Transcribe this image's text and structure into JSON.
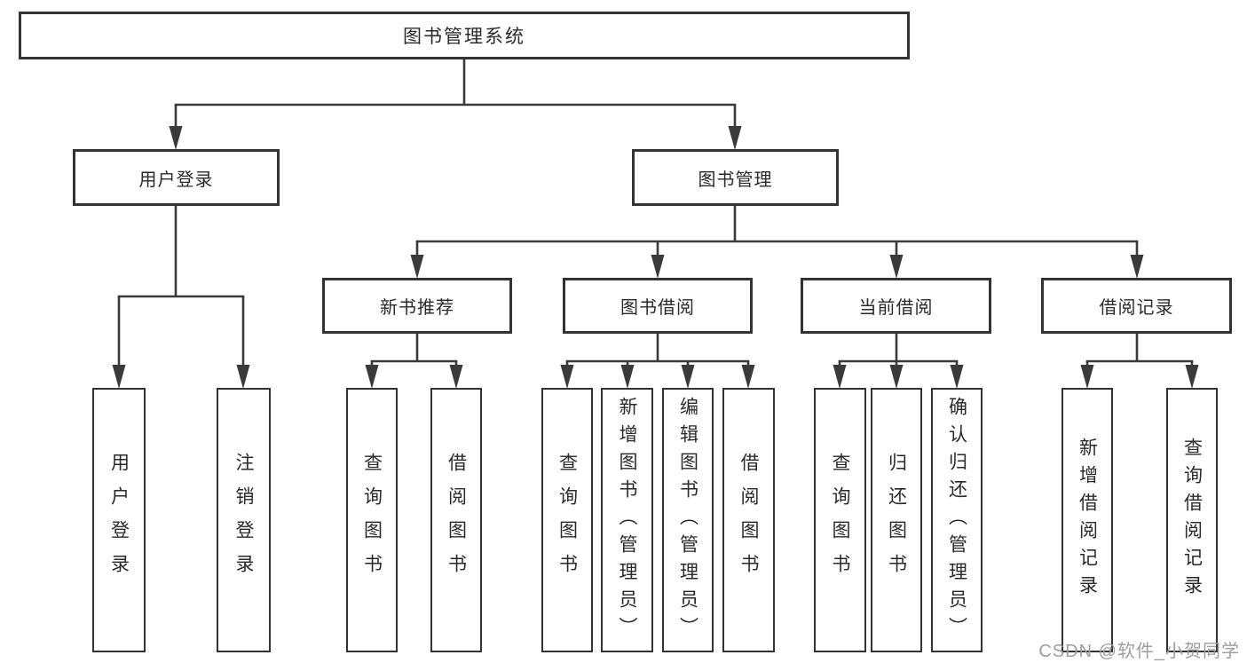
{
  "tree": {
    "root": {
      "label": "图书管理系统"
    },
    "branches": [
      {
        "label": "用户登录",
        "children": [
          {
            "label": "用户登录"
          },
          {
            "label": "注销登录"
          }
        ]
      },
      {
        "label": "图书管理",
        "children": [
          {
            "label": "新书推荐",
            "children": [
              {
                "label": "查询图书"
              },
              {
                "label": "借阅图书"
              }
            ]
          },
          {
            "label": "图书借阅",
            "children": [
              {
                "label": "查询图书"
              },
              {
                "label": "新增图书（管理员）"
              },
              {
                "label": "编辑图书（管理员）"
              },
              {
                "label": "借阅图书"
              }
            ]
          },
          {
            "label": "当前借阅",
            "children": [
              {
                "label": "查询图书"
              },
              {
                "label": "归还图书"
              },
              {
                "label": "确认归还（管理员）"
              }
            ]
          },
          {
            "label": "借阅记录",
            "children": [
              {
                "label": "新增借阅记录"
              },
              {
                "label": "查询借阅记录"
              }
            ]
          }
        ]
      }
    ]
  },
  "watermark": {
    "text": "CSDN @软件_小贺同学"
  },
  "colors": {
    "line": "#3a3a3a",
    "box_border": "#333333",
    "text": "#2a2a2a",
    "watermark": "#9e9e9e",
    "background": "#ffffff"
  }
}
